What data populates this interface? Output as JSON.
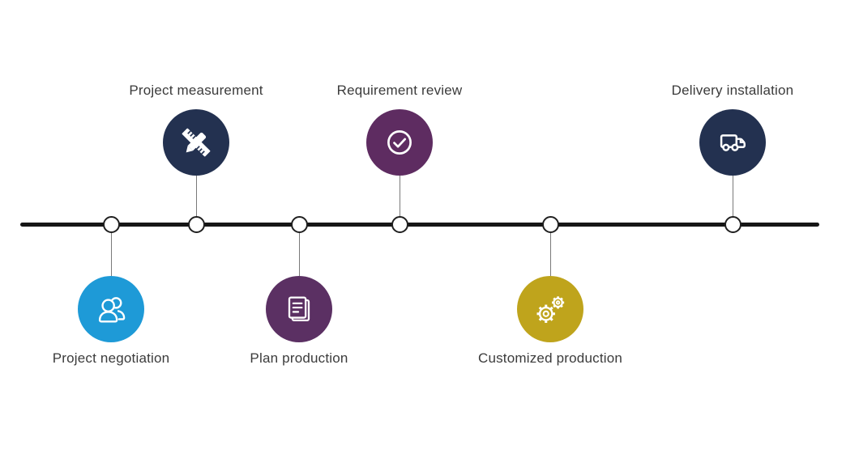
{
  "diagram": {
    "type": "process-timeline",
    "background": "#ffffff",
    "line_color": "#161616",
    "connector_color": "#7a7a7a",
    "node_fill": "#ffffff",
    "node_border": "#1f1f1f",
    "label_color": "#3b3b3b",
    "steps": [
      {
        "label": "Project negotiation",
        "position": "below",
        "icon": "people-icon",
        "color": "#1e9ad7"
      },
      {
        "label": "Project measurement",
        "position": "above",
        "icon": "ruler-pencil-icon",
        "color": "#233150"
      },
      {
        "label": "Plan production",
        "position": "below",
        "icon": "documents-icon",
        "color": "#5b3063"
      },
      {
        "label": "Requirement review",
        "position": "above",
        "icon": "check-circle-icon",
        "color": "#5e2c61"
      },
      {
        "label": "Customized production",
        "position": "below",
        "icon": "gears-icon",
        "color": "#bfa41c"
      },
      {
        "label": "Delivery installation",
        "position": "above",
        "icon": "truck-icon",
        "color": "#233150"
      }
    ]
  }
}
